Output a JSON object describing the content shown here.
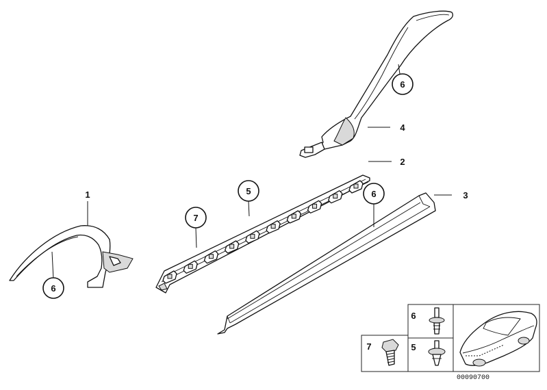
{
  "diagram": {
    "callouts": {
      "part_1": "1",
      "part_2": "2",
      "part_3": "3",
      "part_4": "4",
      "part_5": "5",
      "part_6_arch": "6",
      "part_6_front": "6",
      "part_6_sill": "6",
      "part_7": "7"
    },
    "legend": {
      "cell_6": "6",
      "cell_7": "7",
      "cell_5": "5"
    },
    "reference_code": "00090700"
  }
}
